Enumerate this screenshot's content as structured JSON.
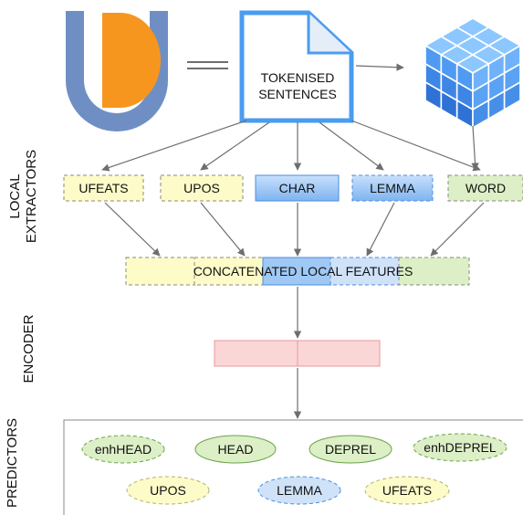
{
  "document": {
    "tokenised": [
      "TOKENISED",
      "SENTENCES"
    ]
  },
  "section_labels": {
    "local_extractors": [
      "LOCAL",
      "EXTRACTORS"
    ],
    "encoder": "ENCODER",
    "predictors": "PREDICTORS"
  },
  "extractors": [
    {
      "key": "ufeats",
      "label": "UFEATS",
      "style": "yellow-dashed"
    },
    {
      "key": "upos",
      "label": "UPOS",
      "style": "yellow-dashed"
    },
    {
      "key": "char",
      "label": "CHAR",
      "style": "blue-solid"
    },
    {
      "key": "lemma",
      "label": "LEMMA",
      "style": "blue-dashed"
    },
    {
      "key": "word",
      "label": "WORD",
      "style": "green-dashed"
    }
  ],
  "concat": {
    "label": "CONCATENATED LOCAL FEATURES"
  },
  "predictors": {
    "row1": [
      {
        "key": "enhhead",
        "label": "enhHEAD",
        "style": "green-dashed"
      },
      {
        "key": "head",
        "label": "HEAD",
        "style": "green-solid"
      },
      {
        "key": "deprel",
        "label": "DEPREL",
        "style": "green-solid"
      },
      {
        "key": "enhdeprel",
        "label": "enhDEPREL",
        "style": "green-dashed"
      }
    ],
    "row2": [
      {
        "key": "upos",
        "label": "UPOS",
        "style": "yellow-dashed"
      },
      {
        "key": "lemma",
        "label": "LEMMA",
        "style": "blue-dashed"
      },
      {
        "key": "ufeats",
        "label": "UFEATS",
        "style": "yellow-dashed"
      }
    ]
  },
  "colors": {
    "yellow": "#fdfbc8",
    "blue_fill": "#9fc8f5",
    "blue_dashed_fill": "#cfe2f8",
    "green": "#dcefc6",
    "pink": "#fbd6d6",
    "arrow": "#6e6e6e",
    "doc_border": "#4a9cf0",
    "ud_blue": "#6f8fc4",
    "ud_orange": "#f7961e"
  }
}
